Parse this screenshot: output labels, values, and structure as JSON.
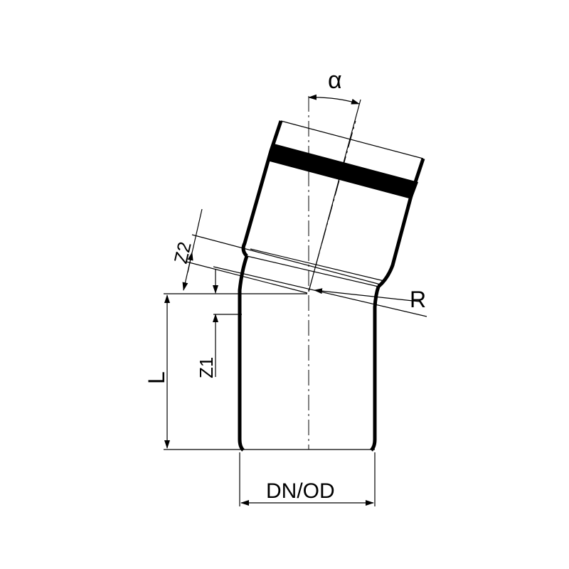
{
  "labels": {
    "angle": "α",
    "z2": "Z2",
    "radius": "R",
    "length": "L",
    "z1": "Z1",
    "diameter": "DN/OD"
  }
}
